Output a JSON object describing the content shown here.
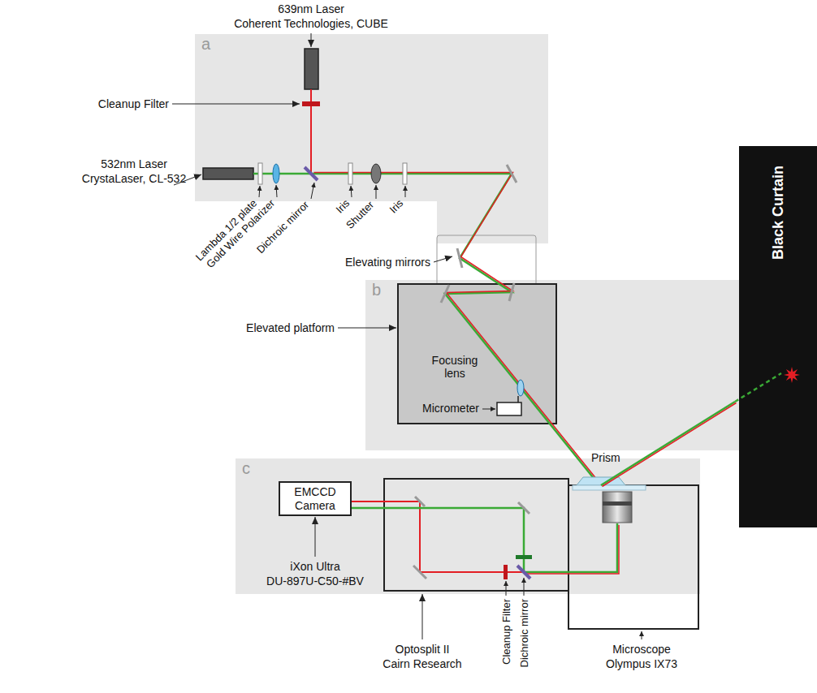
{
  "diagram": {
    "nodes": [
      {
        "text": [
          "a"
        ]
      },
      {
        "text": [
          "b"
        ]
      },
      {
        "text": [
          "c"
        ]
      },
      {
        "text": [
          "EMCCD Camera"
        ],
        "in": 2
      },
      {
        "text": [
          "Black Curtain"
        ]
      }
    ],
    "labels": [
      "639nm Laser",
      "Coherent Technologies, CUBE",
      "Cleanup Filter",
      "532nm Laser",
      "CrystaLaser, CL-532",
      "Lambda 1/2 plate",
      "Gold Wire Polarizer",
      "Dichroic mirror",
      "Iris",
      "Shutter",
      "Iris",
      "Elevating mirrors",
      "Elevated platform",
      "Focusing lens",
      "Micrometer",
      "Prism",
      "iXon Ultra",
      "DU-897U-C50-#BV",
      "Optosplit II",
      "Cairn Research",
      "Cleanup Filter",
      "Dichroic mirror",
      "Microscope",
      "Olympus IX73"
    ]
  }
}
